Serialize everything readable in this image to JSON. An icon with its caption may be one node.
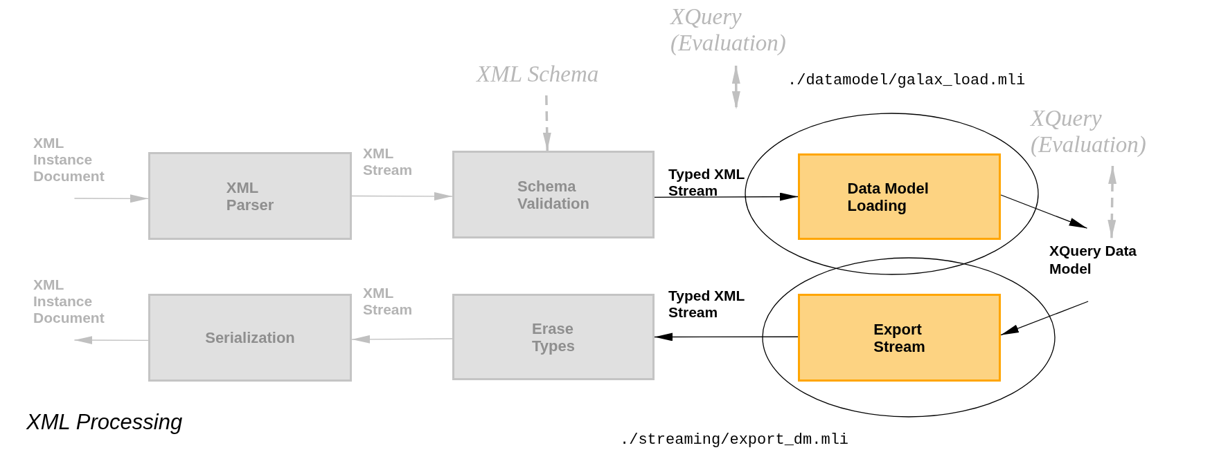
{
  "diagram": {
    "title": "XML Processing",
    "nodes": [
      {
        "text": [
          "XML Instance Document"
        ]
      },
      {
        "text": [
          "XML Parser"
        ]
      },
      {
        "text": [
          "Schema Validation"
        ]
      },
      {
        "text": [
          "XML Schema"
        ]
      },
      {
        "text": [
          "XQuery (Evaluation)"
        ]
      },
      {
        "text": [],
        "shape": "ellipse"
      },
      {
        "text": [
          "Data Model Loading"
        ],
        "in": 5
      },
      {
        "text": [
          "XQuery (Evaluation)"
        ]
      },
      {
        "text": [
          "XQuery Data Model"
        ]
      },
      {
        "text": [],
        "shape": "ellipse"
      },
      {
        "text": [
          "Export Stream"
        ],
        "in": 9
      },
      {
        "text": [
          "Erase Types"
        ]
      },
      {
        "text": [
          "Serialization"
        ]
      },
      {
        "text": [
          "XML Instance Document"
        ]
      }
    ],
    "edges": [
      {
        "from": 0,
        "to": 1,
        "arrow": "to"
      },
      {
        "from": 1,
        "to": 2,
        "arrow": "to",
        "label": "XML Stream"
      },
      {
        "from": 3,
        "to": 2,
        "arrow": "to",
        "style": "dashed"
      },
      {
        "from": 4,
        "to": null,
        "arrow": "both",
        "style": "dashed"
      },
      {
        "from": 2,
        "to": 6,
        "arrow": "to",
        "label": "Typed XML Stream",
        "color": "#000000"
      },
      {
        "from": 6,
        "to": 8,
        "arrow": "to",
        "color": "#000000"
      },
      {
        "from": 7,
        "to": 8,
        "arrow": "both",
        "style": "dashed"
      },
      {
        "from": 8,
        "to": 10,
        "arrow": "to",
        "color": "#000000"
      },
      {
        "from": 10,
        "to": 11,
        "arrow": "to",
        "label": "Typed XML Stream",
        "color": "#000000"
      },
      {
        "from": 11,
        "to": 12,
        "arrow": "to",
        "label": "XML Stream"
      },
      {
        "from": 12,
        "to": 13,
        "arrow": "to"
      }
    ],
    "labels": [
      "./datamodel/galax_load.mli",
      "./streaming/export_dm.mli"
    ]
  }
}
